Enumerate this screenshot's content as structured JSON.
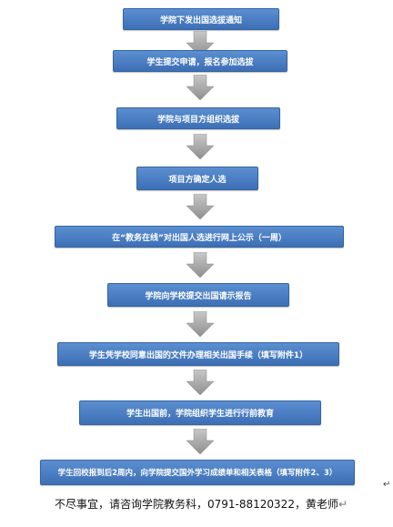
{
  "flowchart": {
    "steps": [
      "学院下发出国选拔通知",
      "学生提交申请，报名参加选拔",
      "学院与项目方组织选拔",
      "项目方确定人选",
      "在“教务在线”对出国人选进行网上公示（一周）",
      "学院向学校提交出国请示报告",
      "学生凭学校同意出国的文件办理相关出国手续（填写附件1）",
      "学生出国前，学院组织学生进行行前教育",
      "学生回校报到后2周内，向学院提交国外学习成绩单和相关表格（填写附件2、3）"
    ],
    "footer": "不尽事宜，请咨询学院教务科，0791-88120322，黄老师",
    "colors": {
      "box": "#4a7ec4",
      "arrow": "#a9a9a9"
    }
  }
}
